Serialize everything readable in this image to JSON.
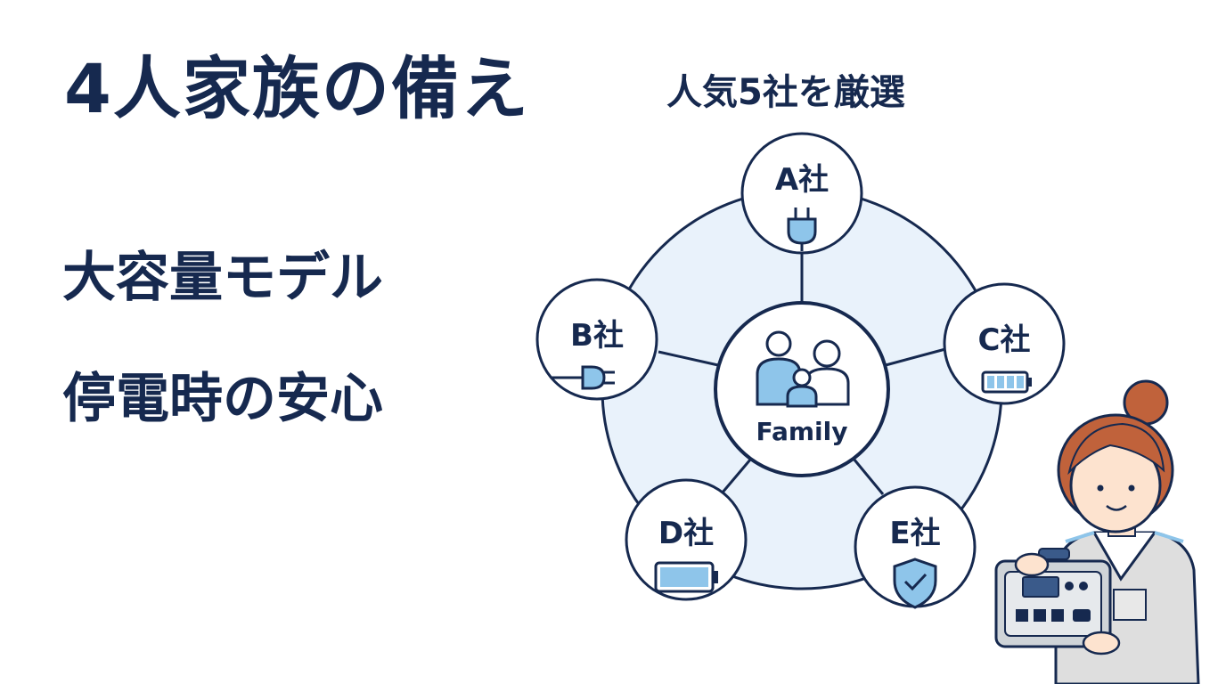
{
  "title": "4人家族の備え",
  "subtitle": "人気5社を厳選",
  "taglines": [
    "大容量モデル",
    "停電時の安心"
  ],
  "center": {
    "label": "Family",
    "icon": "family-icon"
  },
  "companies": [
    {
      "label": "A社",
      "icon": "plug-icon"
    },
    {
      "label": "B社",
      "icon": "plug-icon"
    },
    {
      "label": "C社",
      "icon": "battery-icon"
    },
    {
      "label": "D社",
      "icon": "battery-icon"
    },
    {
      "label": "E社",
      "icon": "shield-check-icon"
    }
  ],
  "colors": {
    "navy": "#16294f",
    "light_blue": "#8ec5ea",
    "pale_blue": "#e9f2fb",
    "white": "#ffffff"
  }
}
